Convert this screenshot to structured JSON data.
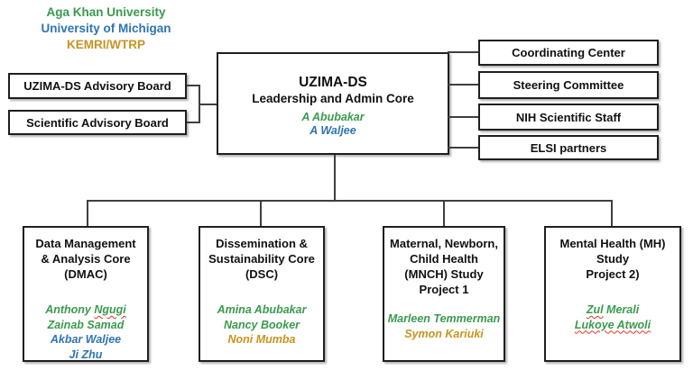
{
  "affiliations": [
    {
      "label": "Aga Khan University",
      "color": "#3a9a4e"
    },
    {
      "label": "University of Michigan",
      "color": "#2e74b5"
    },
    {
      "label": "KEMRI/WTRP",
      "color": "#c8941e"
    }
  ],
  "advisory_boxes": [
    {
      "label": "UZIMA-DS Advisory Board"
    },
    {
      "label": "Scientific Advisory Board"
    }
  ],
  "center_box": {
    "title": "UZIMA-DS",
    "subtitle": "Leadership and Admin Core",
    "members": [
      {
        "name": "A Abubakar",
        "color": "#3a9a4e"
      },
      {
        "name": "A Waljee",
        "color": "#2e74b5"
      }
    ]
  },
  "right_boxes": [
    {
      "label": "Coordinating Center"
    },
    {
      "label": "Steering Committee"
    },
    {
      "label": "NIH Scientific Staff"
    },
    {
      "label": "ELSI partners"
    }
  ],
  "bottom_boxes": [
    {
      "title": "Data Management\n& Analysis Core\n(DMAC)",
      "members": [
        {
          "pre": "Anthony ",
          "flagged": "Ngugi",
          "color": "#3a9a4e"
        },
        {
          "name": "Zainab Samad",
          "color": "#3a9a4e"
        },
        {
          "name": "Akbar Waljee",
          "color": "#2e74b5"
        },
        {
          "name": "Ji Zhu",
          "color": "#2e74b5"
        }
      ]
    },
    {
      "title": "Dissemination &\nSustainability Core\n(DSC)",
      "members": [
        {
          "name": "Amina Abubakar",
          "color": "#3a9a4e"
        },
        {
          "name": "Nancy Booker",
          "color": "#3a9a4e"
        },
        {
          "name": "Noni Mumba",
          "color": "#c8941e"
        }
      ]
    },
    {
      "title": "Maternal, Newborn,\nChild Health\n(MNCH) Study\nProject 1",
      "members": [
        {
          "name": "Marleen Temmerman",
          "color": "#3a9a4e"
        },
        {
          "name": "Symon Kariuki",
          "color": "#c8941e"
        }
      ]
    },
    {
      "title": "Mental Health (MH)\nStudy\nProject 2)",
      "members": [
        {
          "flagged": "Zul",
          "post": " Merali",
          "color": "#3a9a4e"
        },
        {
          "flagged": "Lukoye Atwoli",
          "color": "#3a9a4e"
        }
      ]
    }
  ],
  "colors": {
    "aku_green": "#3a9a4e",
    "umich_blue": "#2e74b5",
    "kemri_gold": "#c8941e",
    "spellcheck_red": "#ea3323",
    "connector_line": "#3f3f3f",
    "box_border": "#1f1f1f"
  }
}
